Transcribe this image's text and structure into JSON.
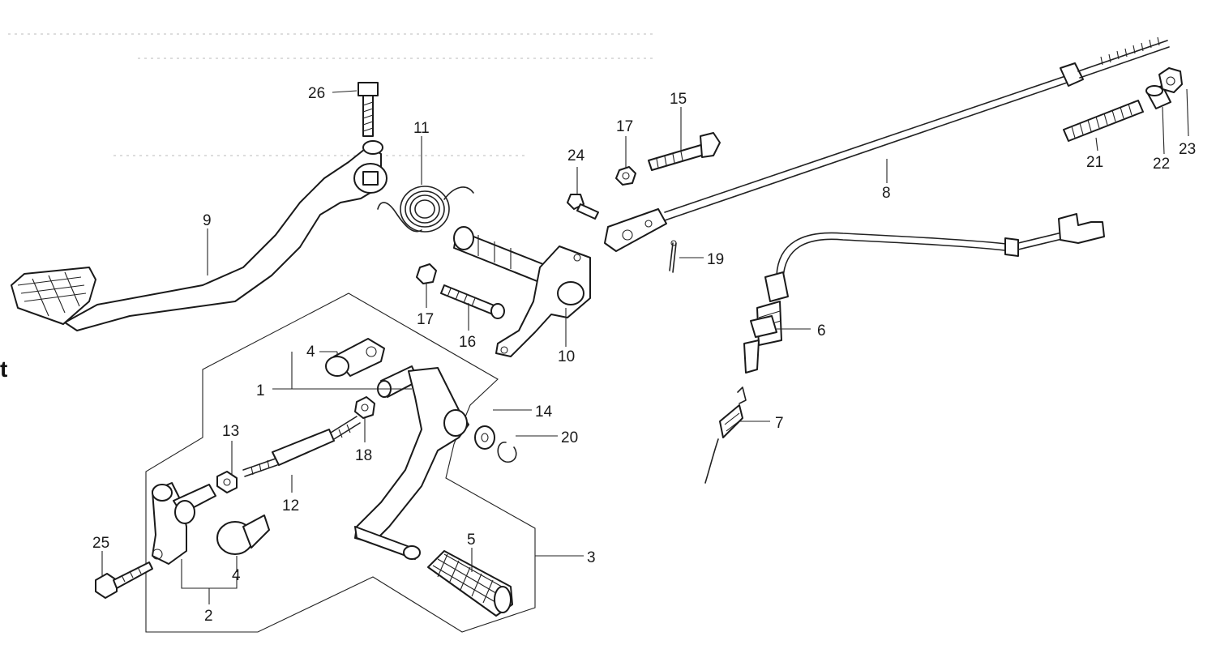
{
  "edge_text": "t",
  "callouts": {
    "c1": "1",
    "c2": "2",
    "c3": "3",
    "c4a": "4",
    "c4b": "4",
    "c5": "5",
    "c6": "6",
    "c7": "7",
    "c8": "8",
    "c9": "9",
    "c10": "10",
    "c11": "11",
    "c12": "12",
    "c13": "13",
    "c14": "14",
    "c15": "15",
    "c16": "16",
    "c17a": "17",
    "c17b": "17",
    "c18": "18",
    "c19": "19",
    "c20": "20",
    "c21": "21",
    "c22": "22",
    "c23": "23",
    "c24": "24",
    "c25": "25",
    "c26": "26"
  }
}
